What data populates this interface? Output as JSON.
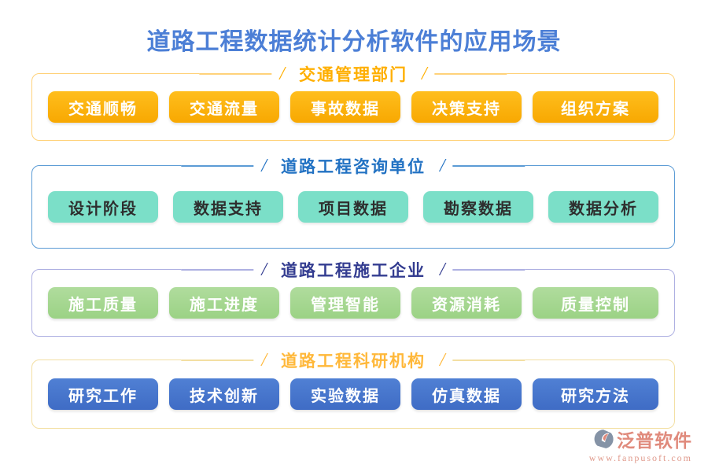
{
  "title": "道路工程数据统计分析软件的应用场景",
  "decor": {
    "slash": "/"
  },
  "sections": [
    {
      "header": "交通管理部门",
      "items": [
        "交通顺畅",
        "交通流量",
        "事故数据",
        "决策支持",
        "组织方案"
      ]
    },
    {
      "header": "道路工程咨询单位",
      "items": [
        "设计阶段",
        "数据支持",
        "项目数据",
        "勘察数据",
        "数据分析"
      ]
    },
    {
      "header": "道路工程施工企业",
      "items": [
        "施工质量",
        "施工进度",
        "管理智能",
        "资源消耗",
        "质量控制"
      ]
    },
    {
      "header": "道路工程科研机构",
      "items": [
        "研究工作",
        "技术创新",
        "实验数据",
        "仿真数据",
        "研究方法"
      ]
    }
  ],
  "footer": {
    "brand": "泛普软件",
    "url": "www.fanpusoft.com"
  },
  "colors": {
    "title": "#4c7fd6",
    "section1_header": "#ffaf00",
    "section1_border": "#ffd27a",
    "section1_button": "#f9ac07",
    "section2_header": "#2272c3",
    "section2_border": "#5b9bd5",
    "section2_button": "#7bdfc8",
    "section3_header": "#333c90",
    "section3_border": "#aeb0e2",
    "section3_button": "#a3d88f",
    "section4_header": "#ffb83a",
    "section4_border": "#f3dfa2",
    "section4_button": "#4b77ce",
    "brand": "#e08a7c"
  }
}
